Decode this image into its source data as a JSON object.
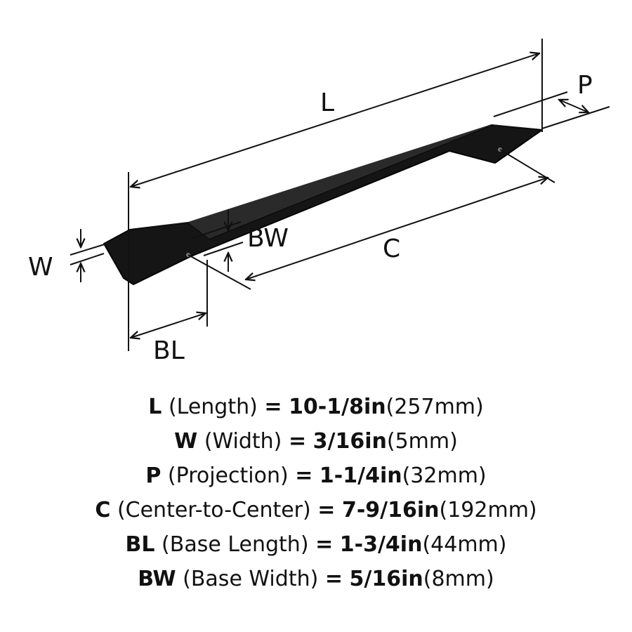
{
  "diagram": {
    "labels": {
      "length": "L",
      "width": "W",
      "projection": "P",
      "center": "C",
      "base_length": "BL",
      "base_width": "BW"
    }
  },
  "specs": [
    {
      "code": "L",
      "name": "(Length)",
      "eq": "=",
      "value": "10-1/8in",
      "metric": "(257mm)"
    },
    {
      "code": "W",
      "name": "(Width)",
      "eq": "=",
      "value": "3/16in",
      "metric": "(5mm)"
    },
    {
      "code": "P",
      "name": "(Projection)",
      "eq": "=",
      "value": "1-1/4in",
      "metric": "(32mm)"
    },
    {
      "code": "C",
      "name": "(Center-to-Center)",
      "eq": "=",
      "value": "7-9/16in",
      "metric": "(192mm)"
    },
    {
      "code": "BL",
      "name": "(Base Length)",
      "eq": "=",
      "value": "1-3/4in",
      "metric": "(44mm)"
    },
    {
      "code": "BW",
      "name": "(Base Width)",
      "eq": "=",
      "value": "5/16in",
      "metric": "(8mm)"
    }
  ],
  "colors": {
    "handle": "#111111",
    "lines": "#111111",
    "background": "#ffffff"
  }
}
